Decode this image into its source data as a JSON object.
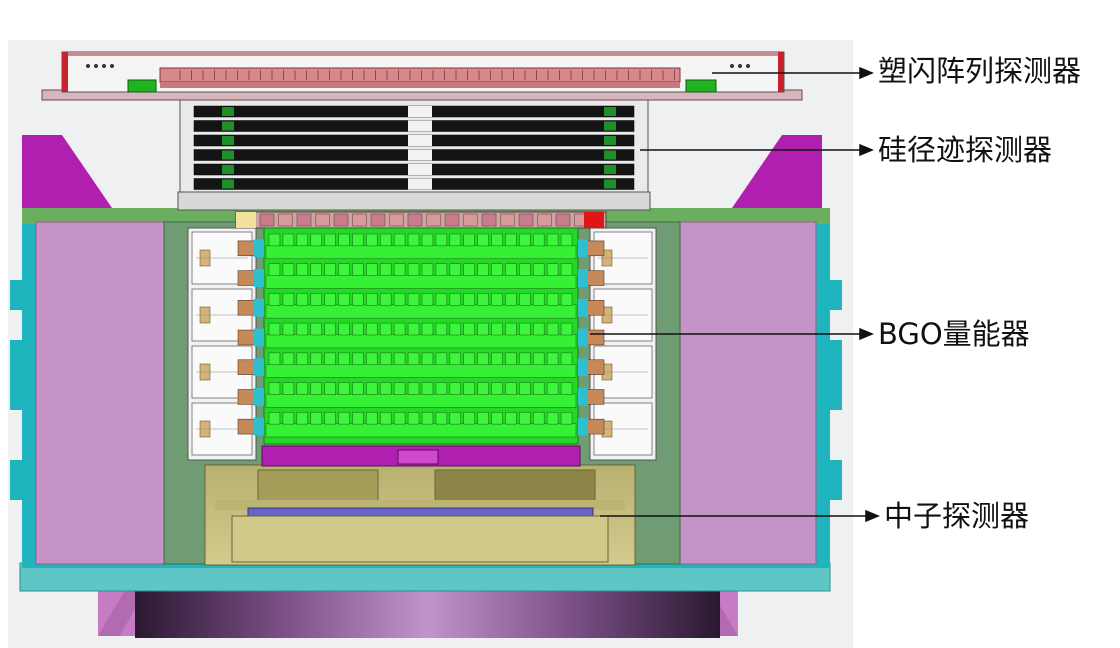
{
  "labels": {
    "plastic_scintillator": "塑闪阵列探测器",
    "silicon_tracker": "硅径迹探测器",
    "bgo_calorimeter": "BGO量能器",
    "neutron_detector": "中子探测器"
  },
  "bgo_layers": 7,
  "colors": {
    "purple_panel": "#c693c6",
    "teal_frame": "#22b9c4",
    "bgo_green": "#33ee33",
    "tracker_black": "#141414",
    "neutron_tan": "#c6bf7a",
    "magenta_wedge": "#b01fb0",
    "top_panel_pink": "#d6b6bc"
  }
}
